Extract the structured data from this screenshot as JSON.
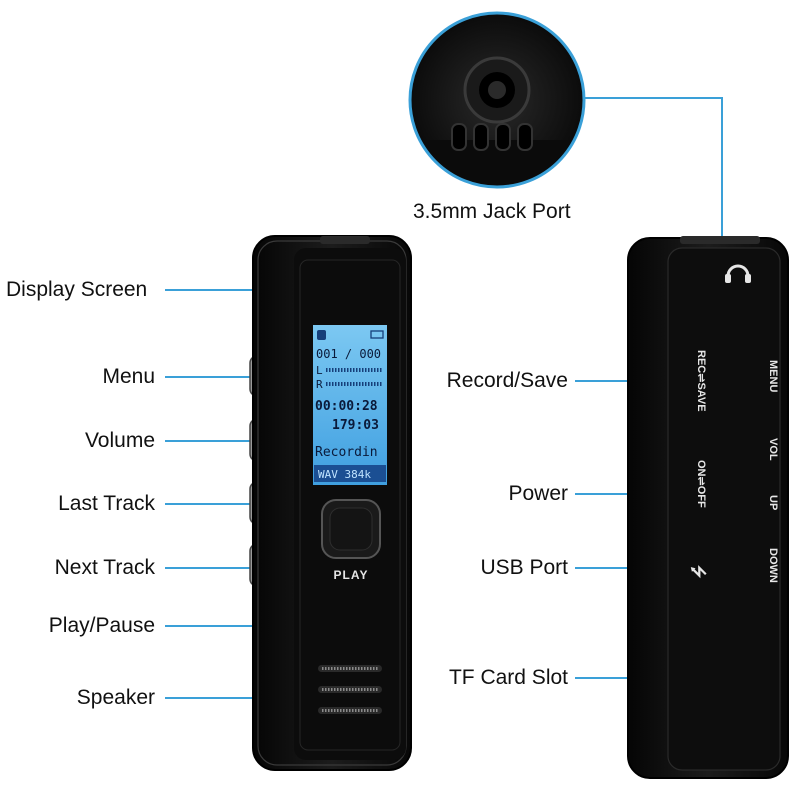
{
  "callouts": {
    "jack_port": "3.5mm Jack Port",
    "display_screen": "Display Screen",
    "menu": "Menu",
    "volume": "Volume",
    "last_track": "Last Track",
    "next_track": "Next Track",
    "play_pause": "Play/Pause",
    "speaker": "Speaker",
    "record_save": "Record/Save",
    "power": "Power",
    "usb_port": "USB Port",
    "tf_card_slot": "TF Card Slot"
  },
  "lcd": {
    "track_counter": "001 / 000",
    "channel_left": "L",
    "channel_right": "R",
    "elapsed_time": "00:00:28",
    "remaining_time": "179:03",
    "status": "Recordin",
    "format": "WAV 384k"
  },
  "device_front": {
    "play_label": "PLAY"
  },
  "device_back": {
    "rec_label": "REC⇌SAVE",
    "power_label": "ON⇌OFF",
    "menu_label": "MENU",
    "vol_label": "VOL",
    "up_label": "UP",
    "down_label": "DOWN",
    "usb_symbol": "⭍"
  },
  "colors": {
    "callout_line": "#3aa0d8",
    "lcd_background": "#5fb6ea",
    "device_body": "#111111"
  }
}
